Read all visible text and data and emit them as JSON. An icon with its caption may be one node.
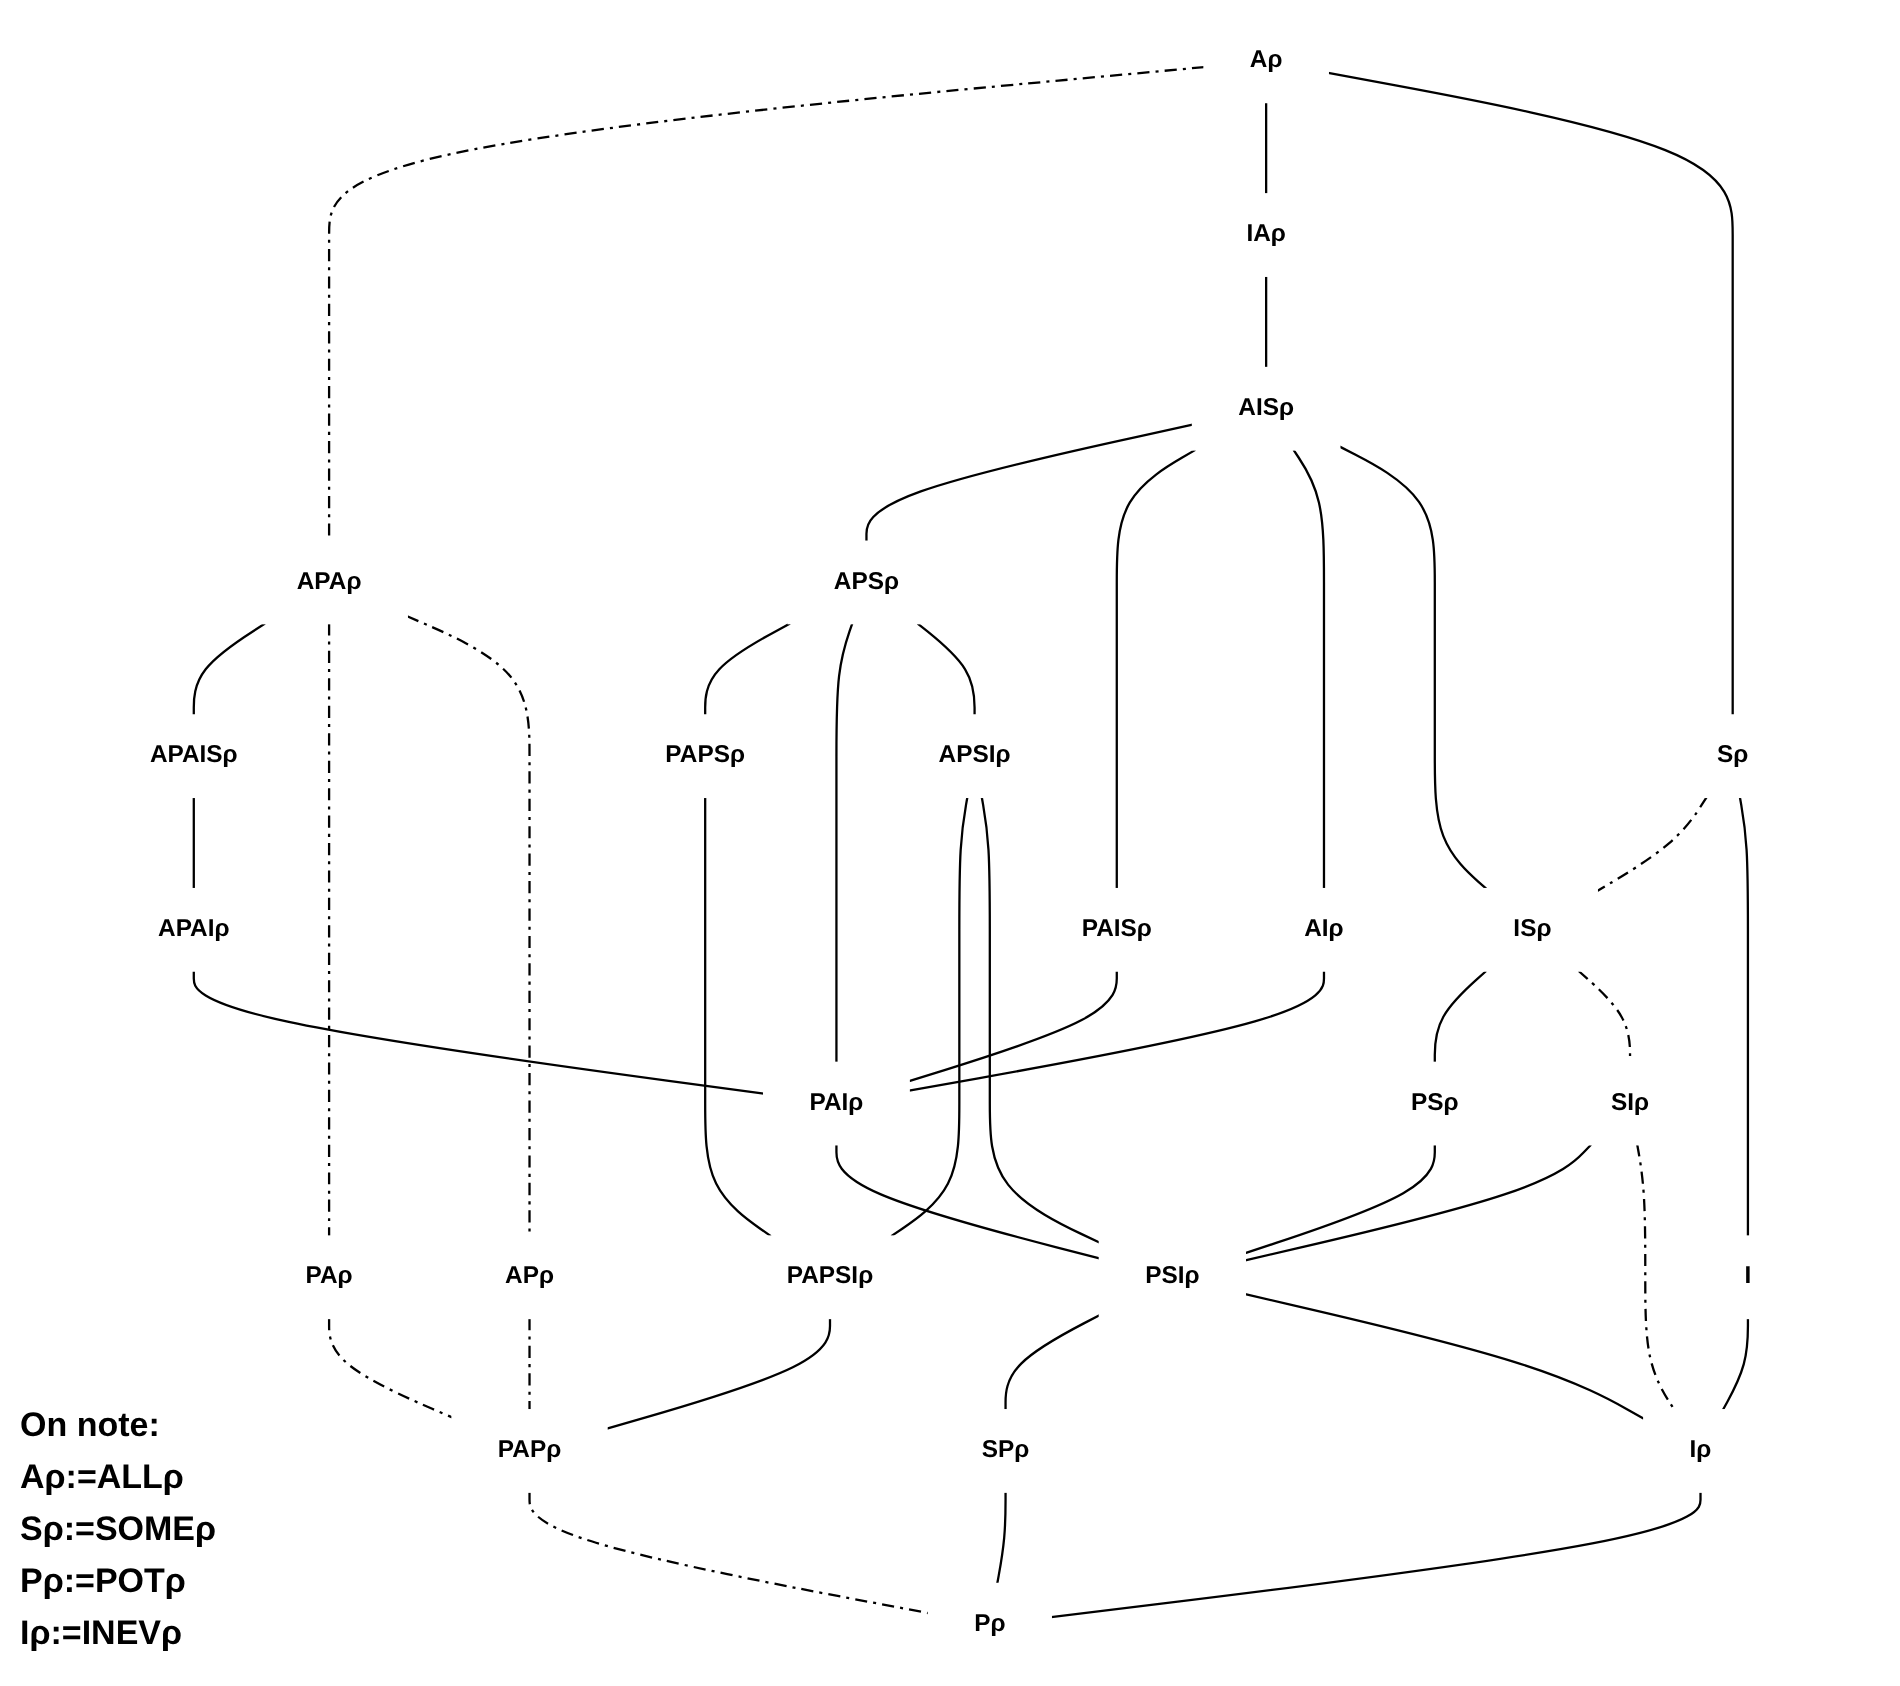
{
  "diagram": {
    "nodes": [
      {
        "text": [
          "Aρ"
        ]
      },
      {
        "text": [
          "APAρ"
        ]
      },
      {
        "text": [
          "IAρ"
        ]
      },
      {
        "text": [
          "Sρ"
        ]
      },
      {
        "text": [
          "APAISρ"
        ]
      },
      {
        "text": [
          "AISρ"
        ]
      },
      {
        "text": [
          "PAρ"
        ]
      },
      {
        "text": [
          "APAIρ"
        ]
      },
      {
        "text": [
          "APSρ"
        ]
      },
      {
        "text": [
          "PAISρ"
        ]
      },
      {
        "text": [
          "AIρ"
        ]
      },
      {
        "text": [
          "ISρ"
        ]
      },
      {
        "text": [
          "APρ"
        ]
      },
      {
        "text": [
          "PAPSρ"
        ]
      },
      {
        "text": [
          "PAIρ"
        ]
      },
      {
        "text": [
          "APSIρ"
        ]
      },
      {
        "text": [
          "PSρ"
        ]
      },
      {
        "text": [
          "I"
        ]
      },
      {
        "text": [
          "PAPSIρ"
        ]
      },
      {
        "text": [
          "SIρ"
        ]
      },
      {
        "text": [
          "PAPρ"
        ]
      },
      {
        "text": [
          "PSIρ"
        ]
      },
      {
        "text": [
          "SPρ"
        ]
      },
      {
        "text": [
          "Iρ"
        ]
      },
      {
        "text": [
          "Pρ"
        ]
      }
    ],
    "edges": [
      {
        "from": 0,
        "to": 1,
        "arrow": "none",
        "style": "dashed"
      },
      {
        "from": 0,
        "to": 2,
        "arrow": "none"
      },
      {
        "from": 0,
        "to": 3,
        "arrow": "none"
      },
      {
        "from": 1,
        "to": 4,
        "arrow": "none"
      },
      {
        "from": 1,
        "to": 6,
        "arrow": "none",
        "style": "dashed"
      },
      {
        "from": 1,
        "to": 12,
        "arrow": "none",
        "style": "dashed"
      },
      {
        "from": 2,
        "to": 5,
        "arrow": "none"
      },
      {
        "from": 3,
        "to": 11,
        "arrow": "none",
        "style": "dashed"
      },
      {
        "from": 3,
        "to": 17,
        "arrow": "none"
      },
      {
        "from": 4,
        "to": 7,
        "arrow": "none"
      },
      {
        "from": 5,
        "to": 8,
        "arrow": "none"
      },
      {
        "from": 5,
        "to": 9,
        "arrow": "none"
      },
      {
        "from": 5,
        "to": 10,
        "arrow": "none"
      },
      {
        "from": 5,
        "to": 11,
        "arrow": "none"
      },
      {
        "from": 6,
        "to": 20,
        "arrow": "none",
        "style": "dashed"
      },
      {
        "from": 7,
        "to": 14,
        "arrow": "none"
      },
      {
        "from": 8,
        "to": 13,
        "arrow": "none"
      },
      {
        "from": 8,
        "to": 14,
        "arrow": "none"
      },
      {
        "from": 8,
        "to": 15,
        "arrow": "none"
      },
      {
        "from": 9,
        "to": 14,
        "arrow": "none"
      },
      {
        "from": 10,
        "to": 14,
        "arrow": "none"
      },
      {
        "from": 11,
        "to": 16,
        "arrow": "none"
      },
      {
        "from": 11,
        "to": 19,
        "arrow": "none",
        "style": "dashed"
      },
      {
        "from": 12,
        "to": 20,
        "arrow": "none",
        "style": "dashed"
      },
      {
        "from": 13,
        "to": 18,
        "arrow": "none"
      },
      {
        "from": 14,
        "to": 21,
        "arrow": "none"
      },
      {
        "from": 15,
        "to": 18,
        "arrow": "none"
      },
      {
        "from": 15,
        "to": 21,
        "arrow": "none"
      },
      {
        "from": 16,
        "to": 21,
        "arrow": "none"
      },
      {
        "from": 17,
        "to": 23,
        "arrow": "none"
      },
      {
        "from": 18,
        "to": 20,
        "arrow": "none"
      },
      {
        "from": 19,
        "to": 21,
        "arrow": "none"
      },
      {
        "from": 19,
        "to": 23,
        "arrow": "none",
        "style": "dashed"
      },
      {
        "from": 20,
        "to": 24,
        "arrow": "none",
        "style": "dashed"
      },
      {
        "from": 21,
        "to": 22,
        "arrow": "none"
      },
      {
        "from": 21,
        "to": 23,
        "arrow": "none"
      },
      {
        "from": 22,
        "to": 24,
        "arrow": "none"
      },
      {
        "from": 23,
        "to": 24,
        "arrow": "none"
      }
    ],
    "labels": [
      "On note:",
      "Aρ:=ALLρ",
      "Sρ:=SOMEρ",
      "Pρ:=POTρ",
      "Iρ:=INEVρ"
    ]
  }
}
